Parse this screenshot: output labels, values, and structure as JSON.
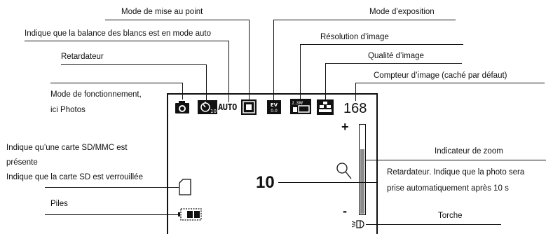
{
  "labels": {
    "focus_mode": "Mode de mise au point",
    "exposure_mode": "Mode d’exposition",
    "white_balance": "Indique que la balance des blancs est en mode auto",
    "resolution": "Résolution d’image",
    "self_timer": "Retardateur",
    "quality": "Qualité d’image",
    "counter": "Compteur d’image (caché par défaut)",
    "op_mode_line1": "Mode de fonctionnement,",
    "op_mode_line2": "ici Photos",
    "sd_present_line1": "Indique qu’une carte SD/MMC est",
    "sd_present_line2": "présente",
    "sd_locked": "Indique que la carte SD est verrouillée",
    "zoom": "Indicateur de zoom",
    "timer_line1": "Retardateur. Indique que la photo sera",
    "timer_line2": "prise automatiquement après 10 s",
    "battery": "Piles",
    "torch": "Torche"
  },
  "screen": {
    "image_count": "168",
    "wb_text": "AUTO",
    "countdown": "10",
    "zoom_plus": "+",
    "zoom_minus": "-",
    "ev_text": "EV",
    "ev_value": "0.0",
    "resolution_text": "1.3M",
    "timer_subscript": "10",
    "zoom_level": 0.72
  },
  "colors": {
    "ink": "#111111",
    "zoom_fill": "#8c8c8c"
  },
  "icons": [
    "camera-icon",
    "self-timer-icon",
    "focus-icon",
    "ev-icon",
    "resolution-icon",
    "quality-icon",
    "sd-card-icon",
    "battery-icon",
    "magnifier-icon",
    "torch-icon"
  ]
}
